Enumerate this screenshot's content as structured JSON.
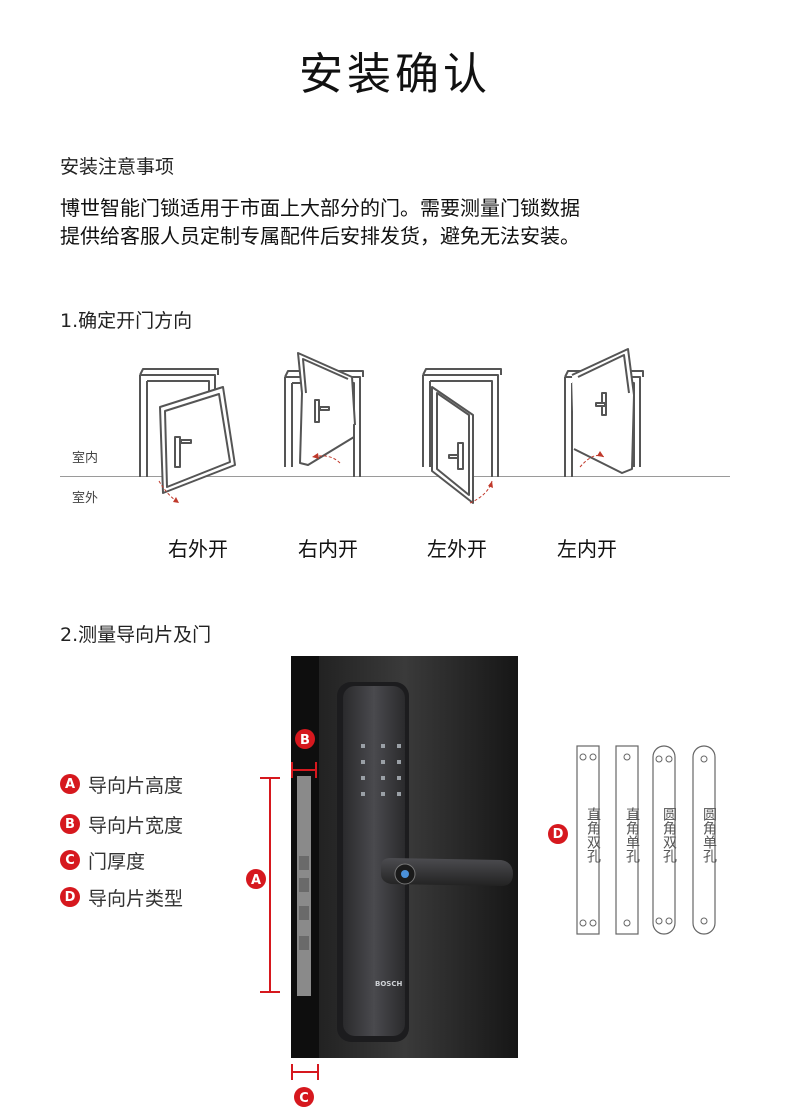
{
  "title": "安装确认",
  "notes": {
    "heading": "安装注意事项",
    "line1": "博世智能门锁适用于市面上大部分的门。需要测量门锁数据",
    "line2": "提供给客服人员定制专属配件后安排发货，避免无法安装。"
  },
  "section1": {
    "title": "1.确定开门方向",
    "indoor_label": "室内",
    "outdoor_label": "室外",
    "doors": [
      {
        "label": "右外开"
      },
      {
        "label": "右内开"
      },
      {
        "label": "左外开"
      },
      {
        "label": "左内开"
      }
    ]
  },
  "section2": {
    "title": "2.测量导向片及门",
    "legend": [
      {
        "letter": "A",
        "text": "导向片高度"
      },
      {
        "letter": "B",
        "text": "导向片宽度"
      },
      {
        "letter": "C",
        "text": "门厚度"
      },
      {
        "letter": "D",
        "text": "导向片类型"
      }
    ],
    "callouts": {
      "a": "A",
      "b": "B",
      "c": "C",
      "d": "D"
    },
    "lock_brand": "BOSCH",
    "plates": [
      {
        "label": "直角双孔"
      },
      {
        "label": "直角单孔"
      },
      {
        "label": "圆角双孔"
      },
      {
        "label": "圆角单孔"
      }
    ]
  },
  "colors": {
    "accent": "#d6181e",
    "text": "#222222",
    "door_line": "#555555"
  }
}
